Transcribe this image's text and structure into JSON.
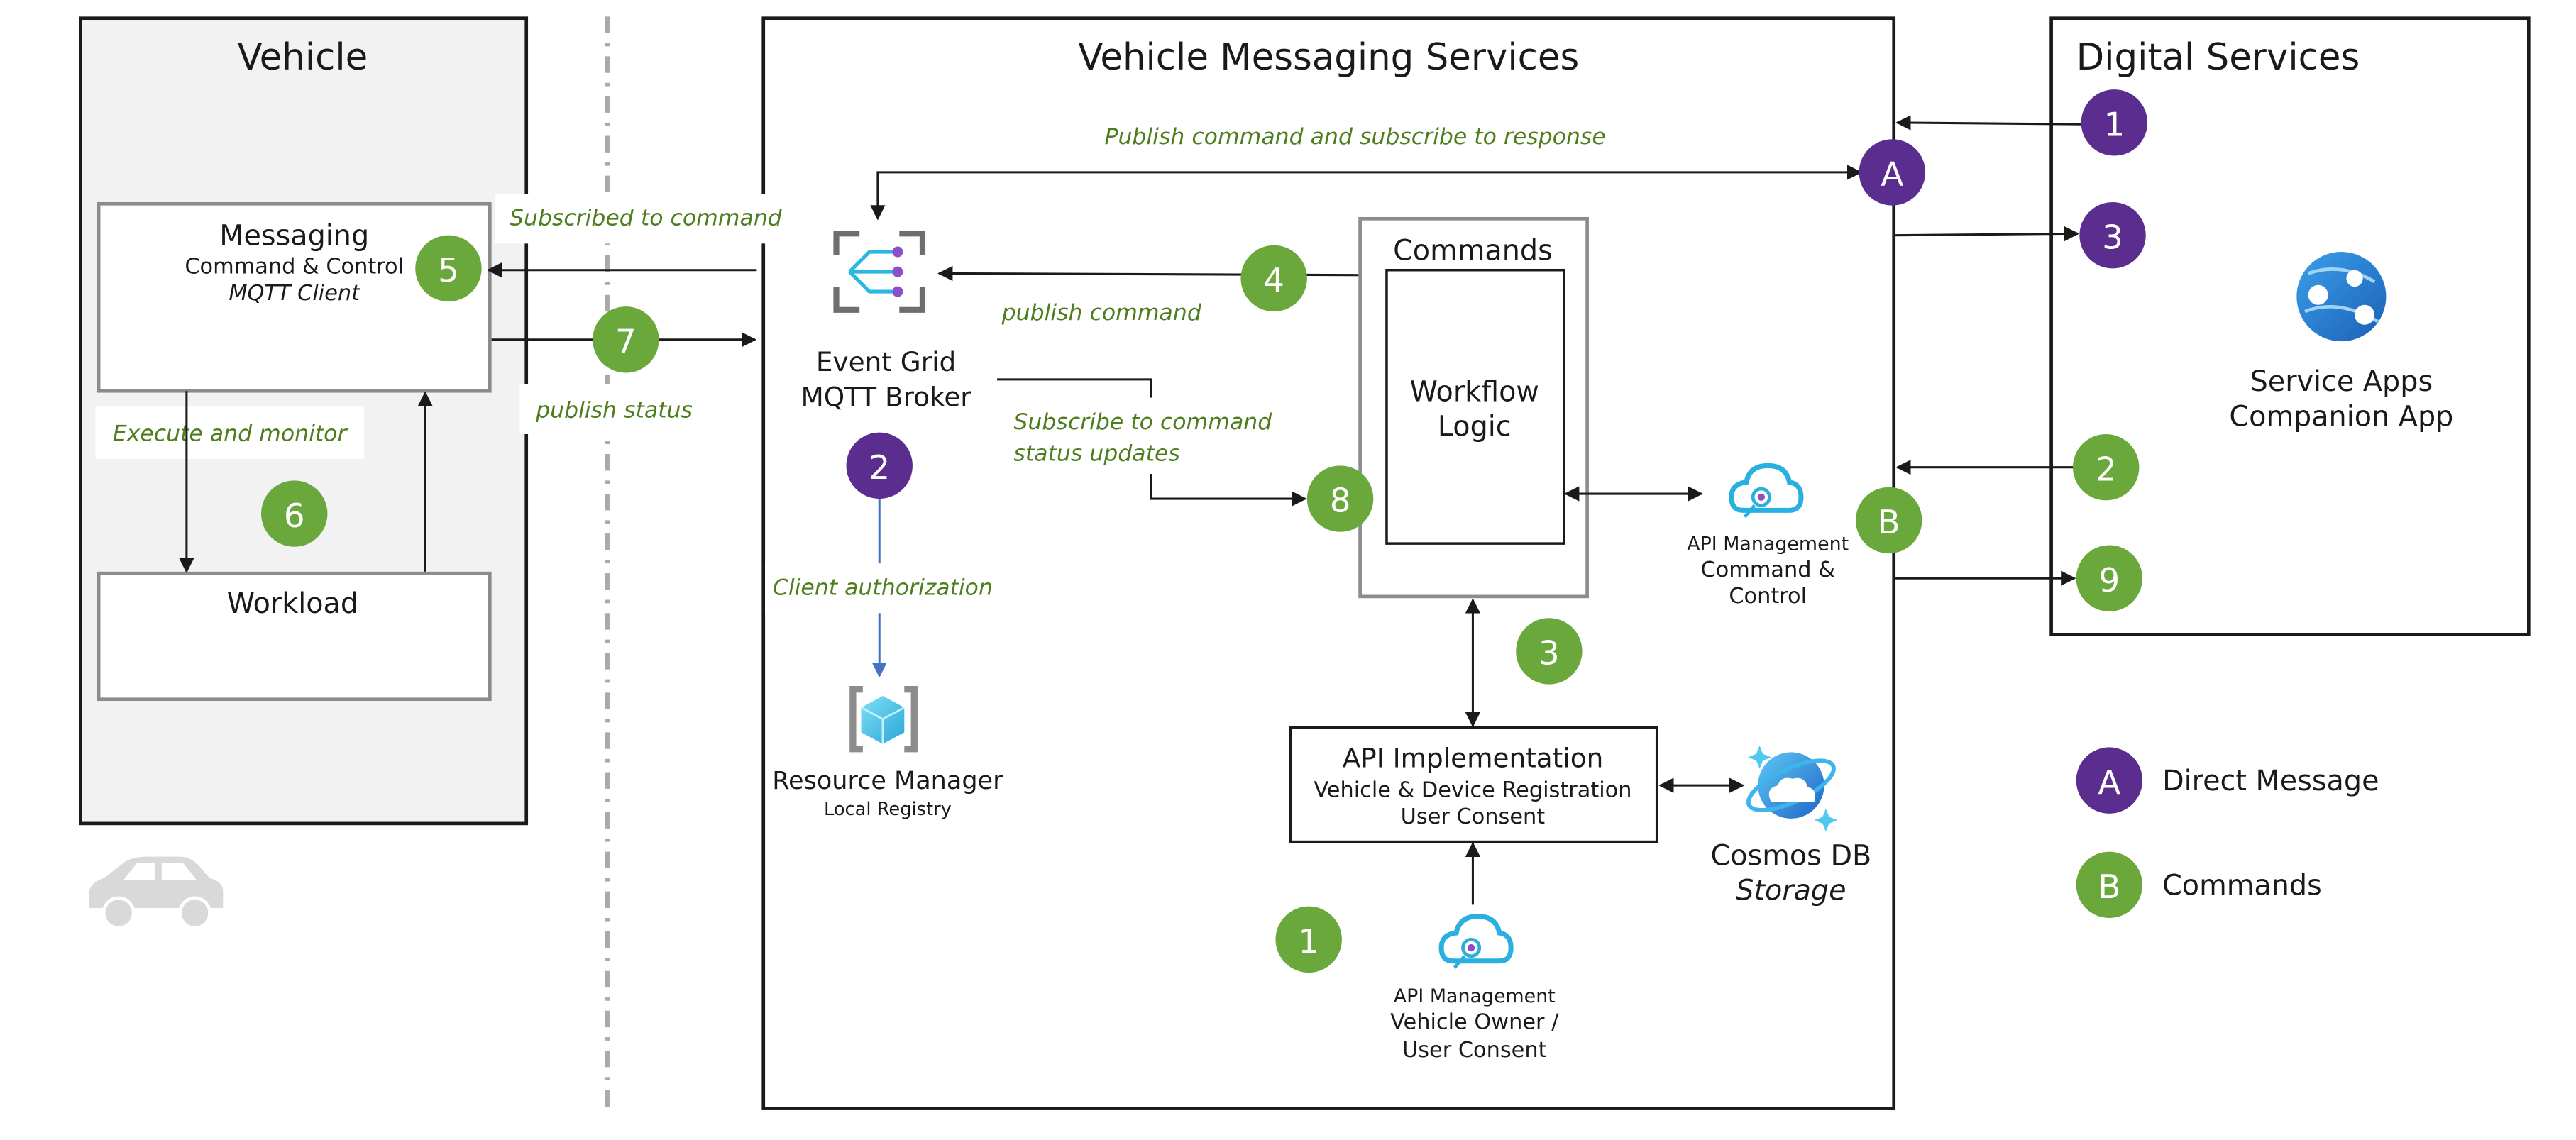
{
  "colors": {
    "purple": "#5b2d8e",
    "green": "#6aa83c",
    "annotation_green": "#4e7d1e",
    "border": "#1a1a1a",
    "vehicle_fill": "#f2f2f2",
    "inner_box_border": "#8c8c8c",
    "divider": "#aaaaaa",
    "arrow_blue": "#4472c4"
  },
  "vehicle": {
    "title": "Vehicle",
    "messaging": {
      "title": "Messaging",
      "line2": "Command & Control",
      "line3": "MQTT Client"
    },
    "workload": "Workload",
    "execute_label": "Execute and monitor",
    "car_icon": "car-icon"
  },
  "vms": {
    "title": "Vehicle Messaging Services",
    "publish_subscribe": "Publish command and subscribe to response",
    "subscribed_to_command": "Subscribed to command",
    "publish_command": "publish command",
    "publish_status": "publish status",
    "event_grid": {
      "line1": "Event Grid",
      "line2": "MQTT Broker",
      "icon": "event-grid-icon"
    },
    "subscribe_updates": {
      "line1": "Subscribe to command",
      "line2": "status updates"
    },
    "client_auth": "Client authorization",
    "resource_manager": {
      "line1": "Resource Manager",
      "line2": "Local Registry",
      "icon": "resource-manager-icon"
    },
    "commands": {
      "title": "Commands",
      "workflow1": "Workflow",
      "workflow2": "Logic"
    },
    "apim_cc": {
      "line1": "API Management",
      "line2": "Command &",
      "line3": "Control",
      "icon": "api-management-icon"
    },
    "api_impl": {
      "title": "API Implementation",
      "line2": "Vehicle & Device Registration",
      "line3": "User Consent"
    },
    "cosmos": {
      "line1": "Cosmos DB",
      "line2": "Storage",
      "icon": "cosmos-db-icon"
    },
    "apim_owner": {
      "line1": "API Management",
      "line2": "Vehicle Owner /",
      "line3": "User Consent",
      "icon": "api-management-icon"
    }
  },
  "digital": {
    "title": "Digital Services",
    "app_line1": "Service Apps",
    "app_line2": "Companion App",
    "app_icon": "app-services-icon"
  },
  "legend": [
    {
      "badge": "A",
      "label": "Direct Message"
    },
    {
      "badge": "B",
      "label": "Commands"
    }
  ],
  "badges": {
    "A": "A",
    "B": "B",
    "g5": "5",
    "g7": "7",
    "g6": "6",
    "g4": "4",
    "g8": "8",
    "g3": "3",
    "g1": "1",
    "p2_vms": "2",
    "p1": "1",
    "p3": "3",
    "p2": "2",
    "p9": "9"
  }
}
